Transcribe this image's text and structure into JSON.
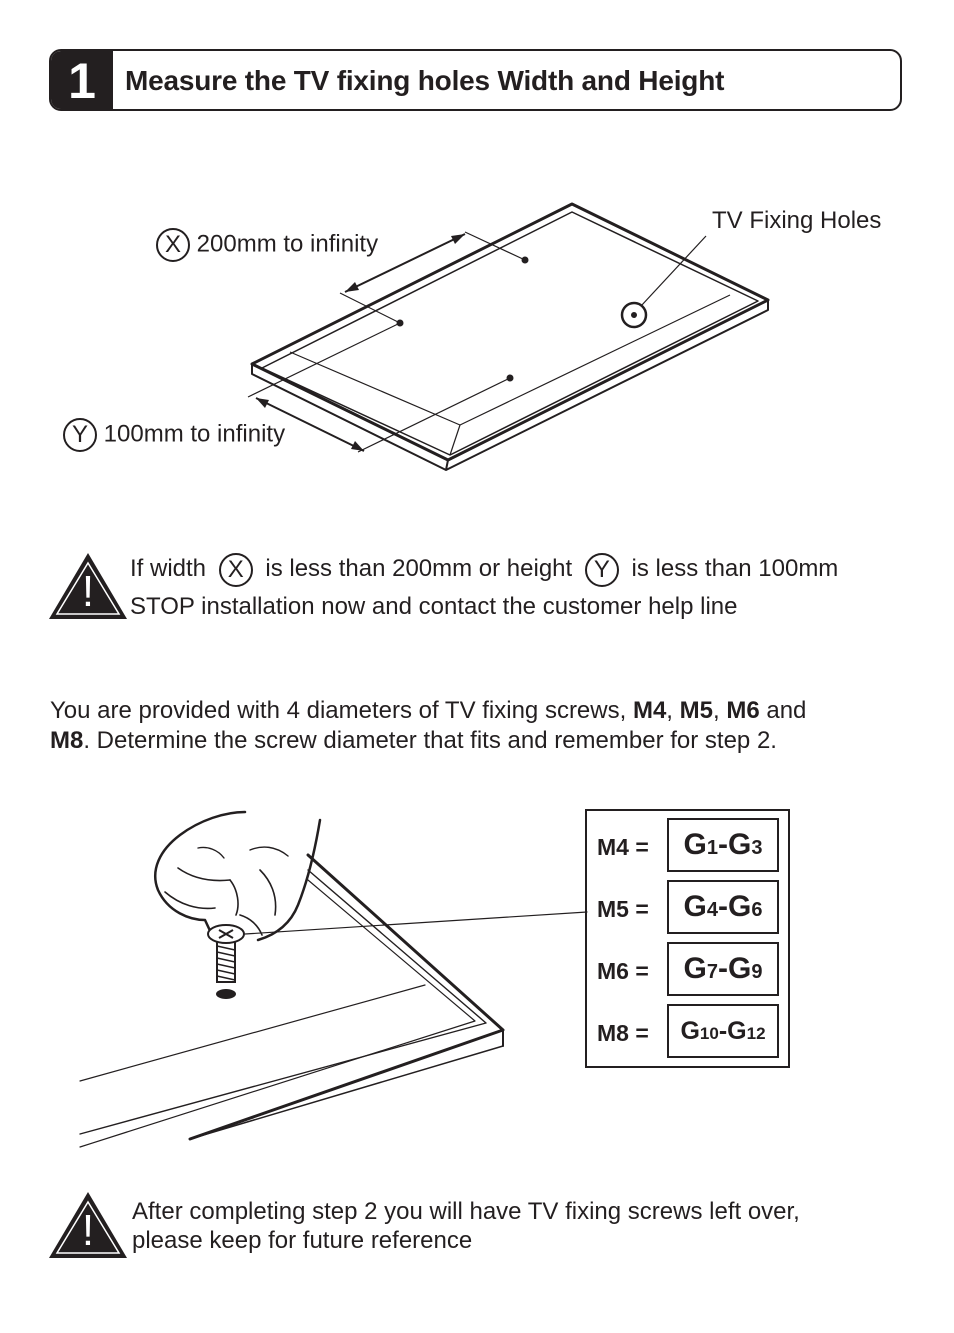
{
  "step": {
    "number": "1",
    "title": "Measure the TV fixing holes Width and Height"
  },
  "diagram": {
    "x_symbol": "X",
    "x_label": "200mm to infinity",
    "y_symbol": "Y",
    "y_label": "100mm to infinity",
    "holes_label": "TV Fixing Holes"
  },
  "warning1": {
    "icon": "warning-triangle-icon",
    "mark": "!",
    "line1_a": "If width",
    "x_symbol": "X",
    "line1_b": "is less than 200mm or height",
    "y_symbol": "Y",
    "line1_c": "is less than 100mm",
    "line2": "STOP installation now and contact the customer help line"
  },
  "screws_info": {
    "t1": "You are provided with 4 diameters of TV fixing screws, ",
    "m4": "M4",
    "s1": ", ",
    "m5": "M5",
    "s2": ", ",
    "m6": "M6",
    "t2": " and",
    "m8": "M8",
    "t3": ". Determine the screw diameter that fits and remember for step 2."
  },
  "screw_table": [
    {
      "size": "M4 =",
      "g_a": "G",
      "n_a": "1",
      "dash": "-",
      "g_b": "G",
      "n_b": "3"
    },
    {
      "size": "M5 =",
      "g_a": "G",
      "n_a": "4",
      "dash": "-",
      "g_b": "G",
      "n_b": "6"
    },
    {
      "size": "M6 =",
      "g_a": "G",
      "n_a": "7",
      "dash": "-",
      "g_b": "G",
      "n_b": "9"
    },
    {
      "size": "M8 =",
      "g_a": "G",
      "n_a": "10",
      "dash": "-",
      "g_b": "G",
      "n_b": "12"
    }
  ],
  "warning2": {
    "icon": "warning-triangle-icon",
    "mark": "!",
    "line1": "After completing step 2 you will have TV fixing screws left over,",
    "line2": "please keep for future reference"
  }
}
